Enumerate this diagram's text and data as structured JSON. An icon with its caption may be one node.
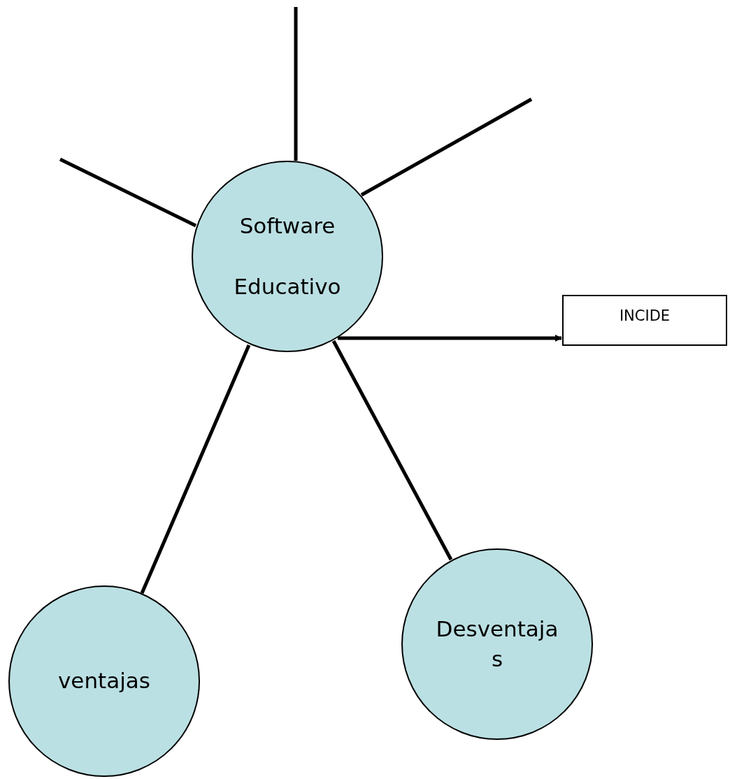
{
  "diagram": {
    "nodes": [
      {
        "text": [
          "Software Educativo"
        ]
      },
      {
        "text": [
          "INCIDE"
        ]
      },
      {
        "text": [
          "ventajas"
        ]
      },
      {
        "text": [
          "Desventajas"
        ]
      }
    ],
    "edges": [
      {
        "from": 0,
        "to": null,
        "arrow": "none"
      },
      {
        "from": 0,
        "to": null,
        "arrow": "none"
      },
      {
        "from": 0,
        "to": null,
        "arrow": "none"
      },
      {
        "from": 0,
        "to": 1,
        "arrow": "to"
      },
      {
        "from": 0,
        "to": 2,
        "arrow": "none"
      },
      {
        "from": 0,
        "to": 3,
        "arrow": "none"
      }
    ]
  }
}
